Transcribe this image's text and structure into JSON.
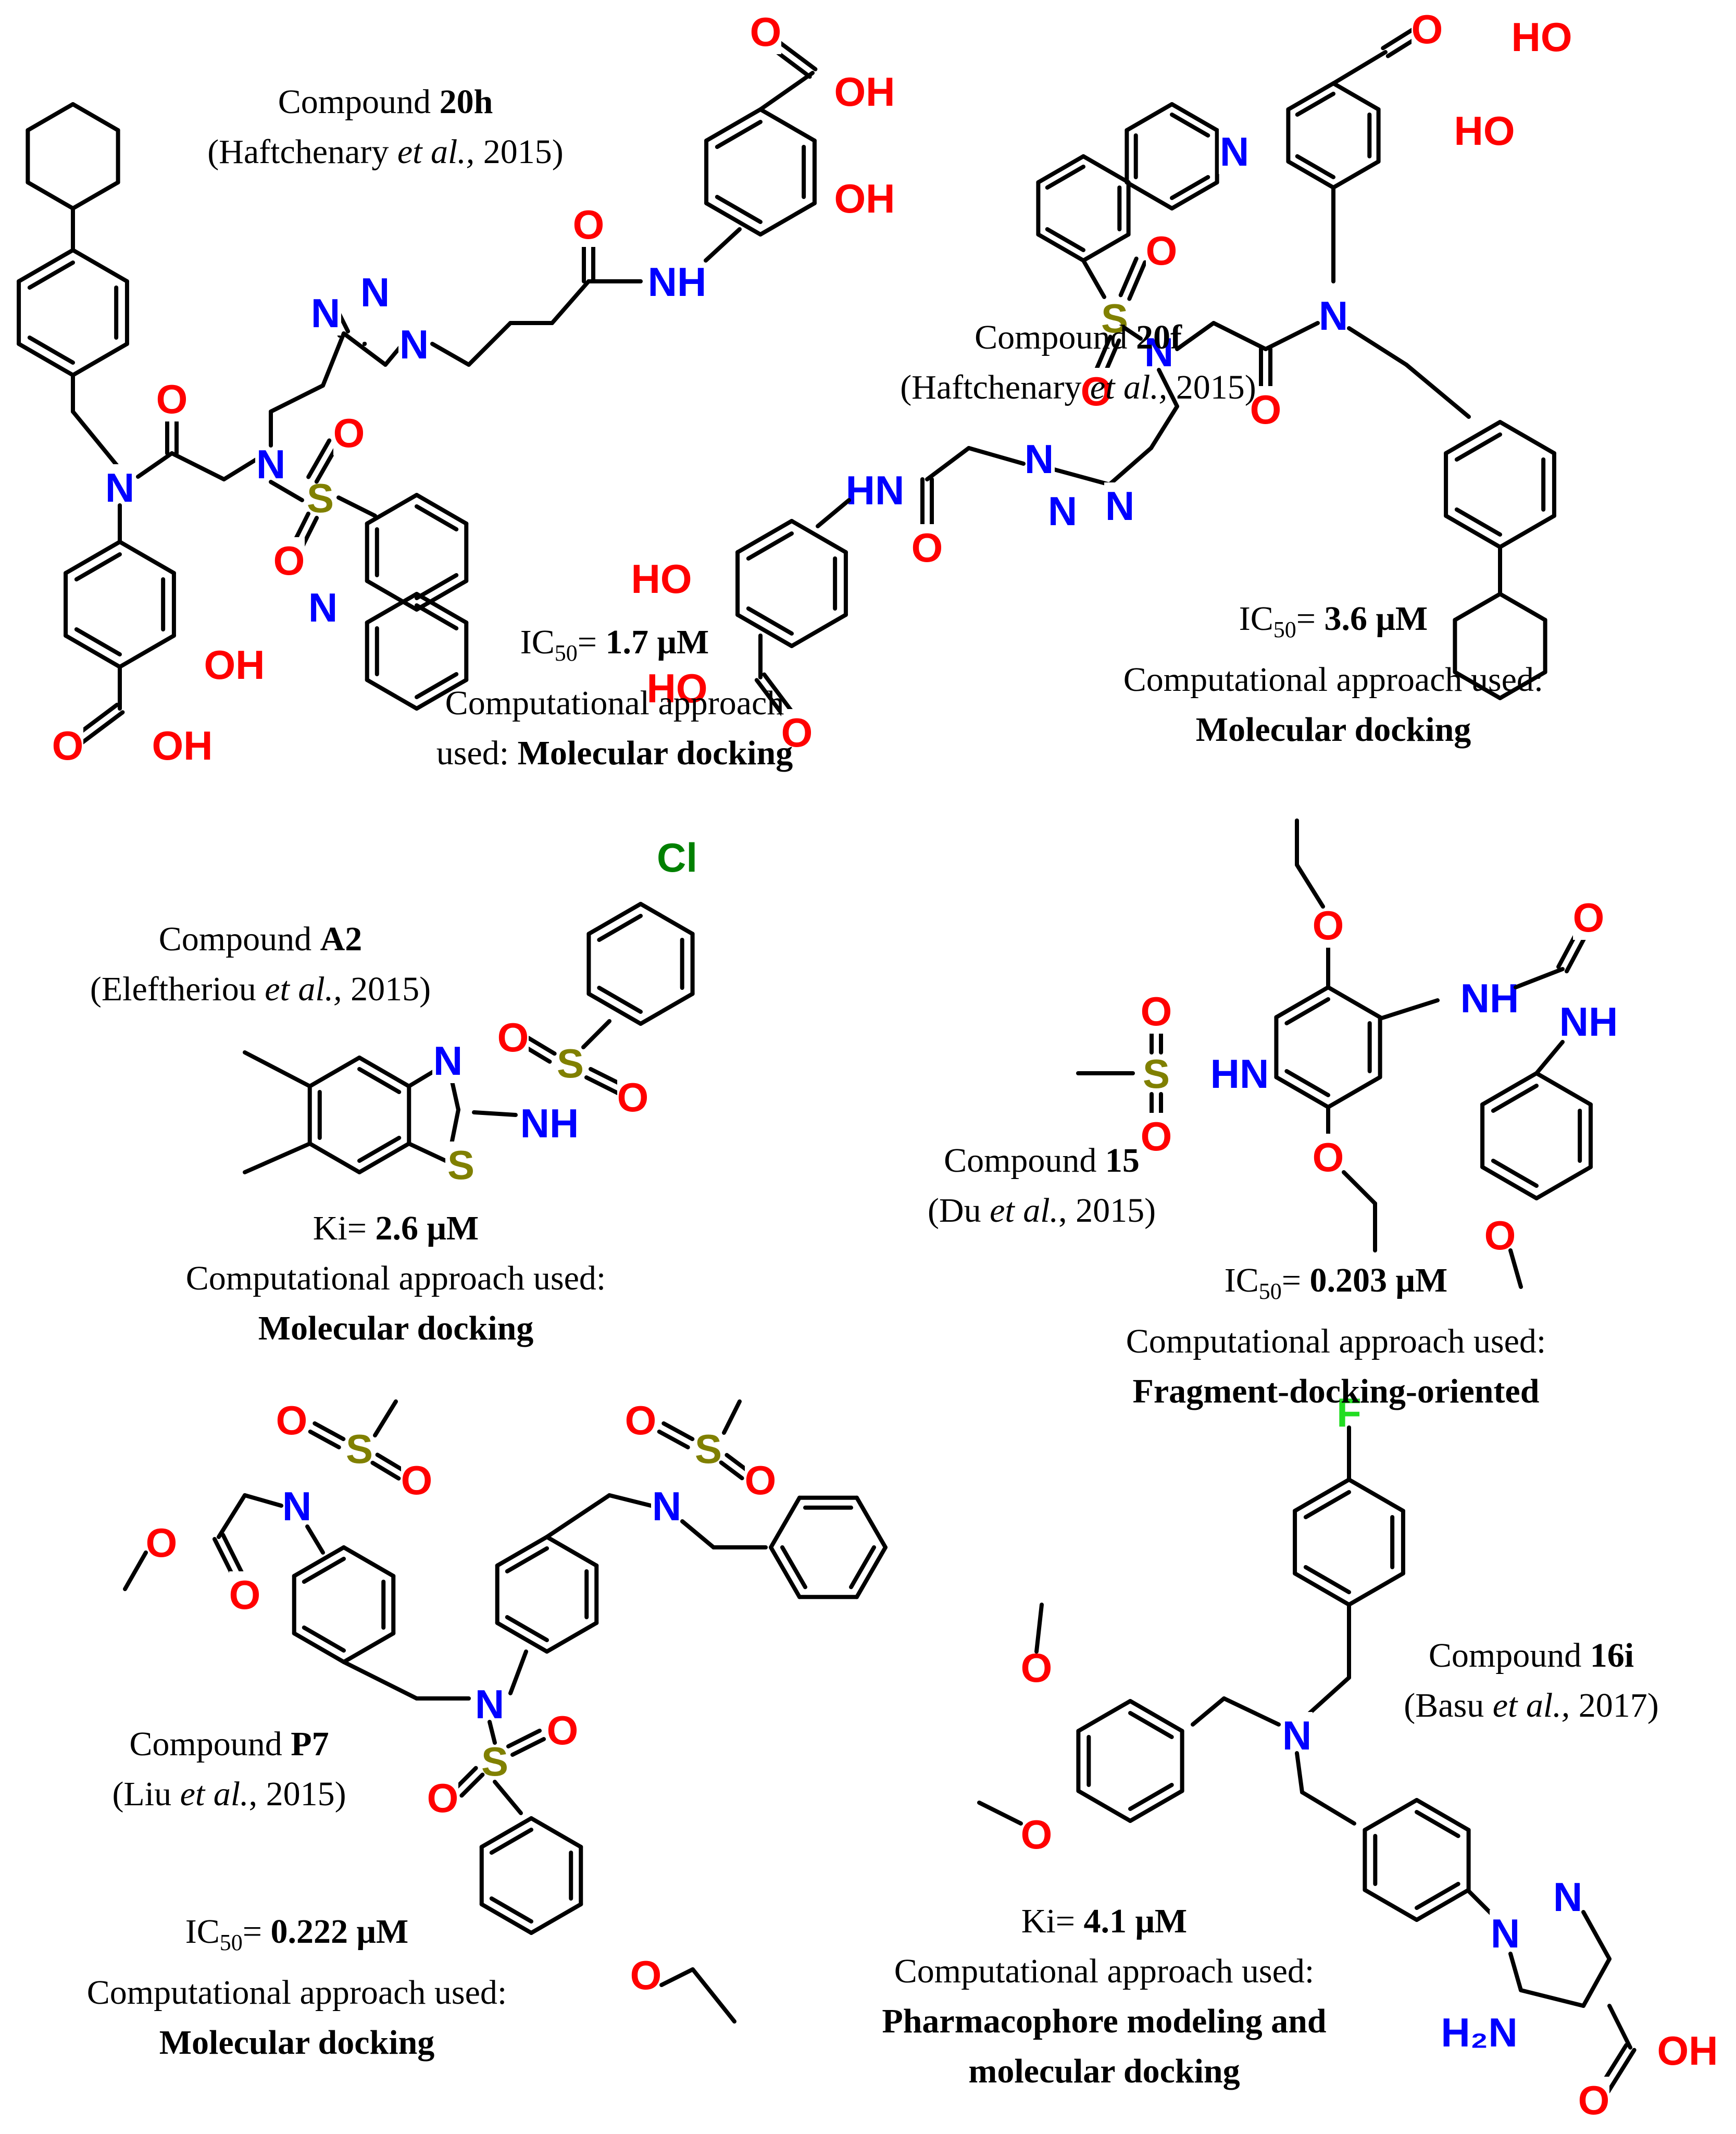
{
  "palette": {
    "O": "#ff0000",
    "N": "#0000ff",
    "S": "#808000",
    "Cl": "#008000",
    "F": "#22dd22",
    "C": "#000000"
  },
  "atom_labels": {
    "O": "O",
    "N": "N",
    "S": "S",
    "Cl": "Cl",
    "F": "F",
    "OH": "OH",
    "HO": "HO",
    "NH": "NH",
    "HN": "HN",
    "H": "H",
    "H2N": "H₂N"
  },
  "compounds": {
    "c20h": {
      "name_prefix": "Compound ",
      "name": "20h",
      "ref_author": "(Haftchenary ",
      "ref_etal": "et al.,",
      "ref_year": " 2015)",
      "metric": "IC",
      "metric_sub": "50",
      "metric_eq": "= ",
      "value": "1.7 μM",
      "approach_prefix_line1": "Computational approach",
      "approach_prefix_line2": "used: ",
      "approach": "Molecular docking"
    },
    "c20f": {
      "name_prefix": "Compound ",
      "name": "20f",
      "ref_author": "(Haftchenary ",
      "ref_etal": "et al.,",
      "ref_year": " 2015)",
      "metric": "IC",
      "metric_sub": "50",
      "metric_eq": "= ",
      "value": "3.6 μM",
      "approach_prefix": "Computational approach used:",
      "approach": "Molecular docking"
    },
    "cA2": {
      "name_prefix": "Compound ",
      "name": "A2",
      "ref_author": "(Eleftheriou ",
      "ref_etal": "et al.,",
      "ref_year": " 2015)",
      "metric": "Ki= ",
      "value": "2.6 μM",
      "approach_prefix": "Computational approach used:",
      "approach": "Molecular docking"
    },
    "c15": {
      "name_prefix": "Compound ",
      "name": "15",
      "ref_author": "(Du ",
      "ref_etal": "et al.",
      "ref_year": ", 2015)",
      "metric": "IC",
      "metric_sub": "50",
      "metric_eq": "= ",
      "value": "0.203 μM",
      "approach_prefix": "Computational approach used:",
      "approach": "Fragment-docking-oriented"
    },
    "cP7": {
      "name_prefix": "Compound ",
      "name": "P7",
      "ref_author": "(Liu ",
      "ref_etal": "et al.",
      "ref_year": ", 2015)",
      "metric": "IC",
      "metric_sub": "50",
      "metric_eq": "= ",
      "value": "0.222 μM",
      "approach_prefix": "Computational approach used:",
      "approach": "Molecular docking"
    },
    "c16i": {
      "name_prefix": "Compound ",
      "name": "16i",
      "ref_author": "(Basu ",
      "ref_etal": "et al.,",
      "ref_year": " 2017)",
      "metric": "Ki= ",
      "value": "4.1 μM",
      "approach_prefix": "Computational approach used:",
      "approach_line1": "Pharmacophore modeling and",
      "approach_line2": "molecular docking"
    }
  }
}
